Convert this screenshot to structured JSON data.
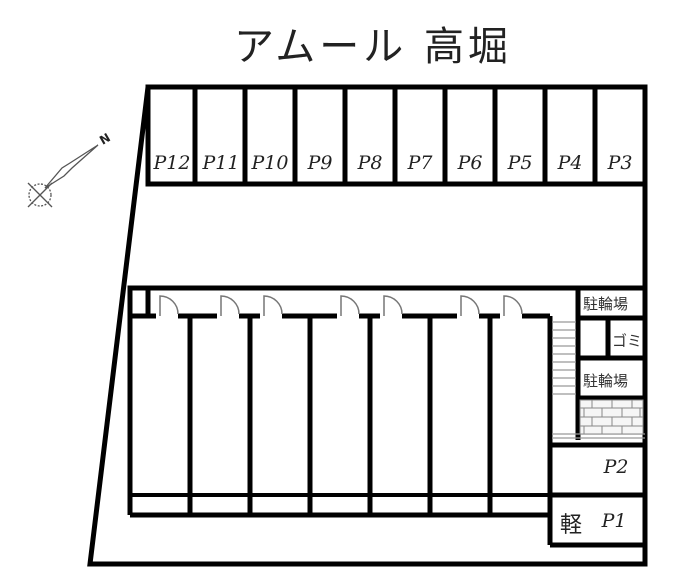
{
  "title": "アムール 高堀",
  "compass": {
    "north_label": "N"
  },
  "parking_top": [
    {
      "id": "P12",
      "label": "P12"
    },
    {
      "id": "P11",
      "label": "P11"
    },
    {
      "id": "P10",
      "label": "P10"
    },
    {
      "id": "P9",
      "label": "P9"
    },
    {
      "id": "P8",
      "label": "P8"
    },
    {
      "id": "P7",
      "label": "P7"
    },
    {
      "id": "P6",
      "label": "P6"
    },
    {
      "id": "P5",
      "label": "P5"
    },
    {
      "id": "P4",
      "label": "P4"
    },
    {
      "id": "P3",
      "label": "P3"
    }
  ],
  "parking_right": [
    {
      "id": "P2",
      "label": "P2"
    },
    {
      "id": "P1",
      "label": "P1",
      "prefix": "軽"
    }
  ],
  "facilities": {
    "bike_parking_1": "駐輪場",
    "garbage": "ゴミ",
    "bike_parking_2": "駐輪場"
  },
  "units": {
    "count": 7,
    "doors": 7
  },
  "colors": {
    "line": "#000000",
    "thin_line": "#888888",
    "background": "#ffffff"
  }
}
